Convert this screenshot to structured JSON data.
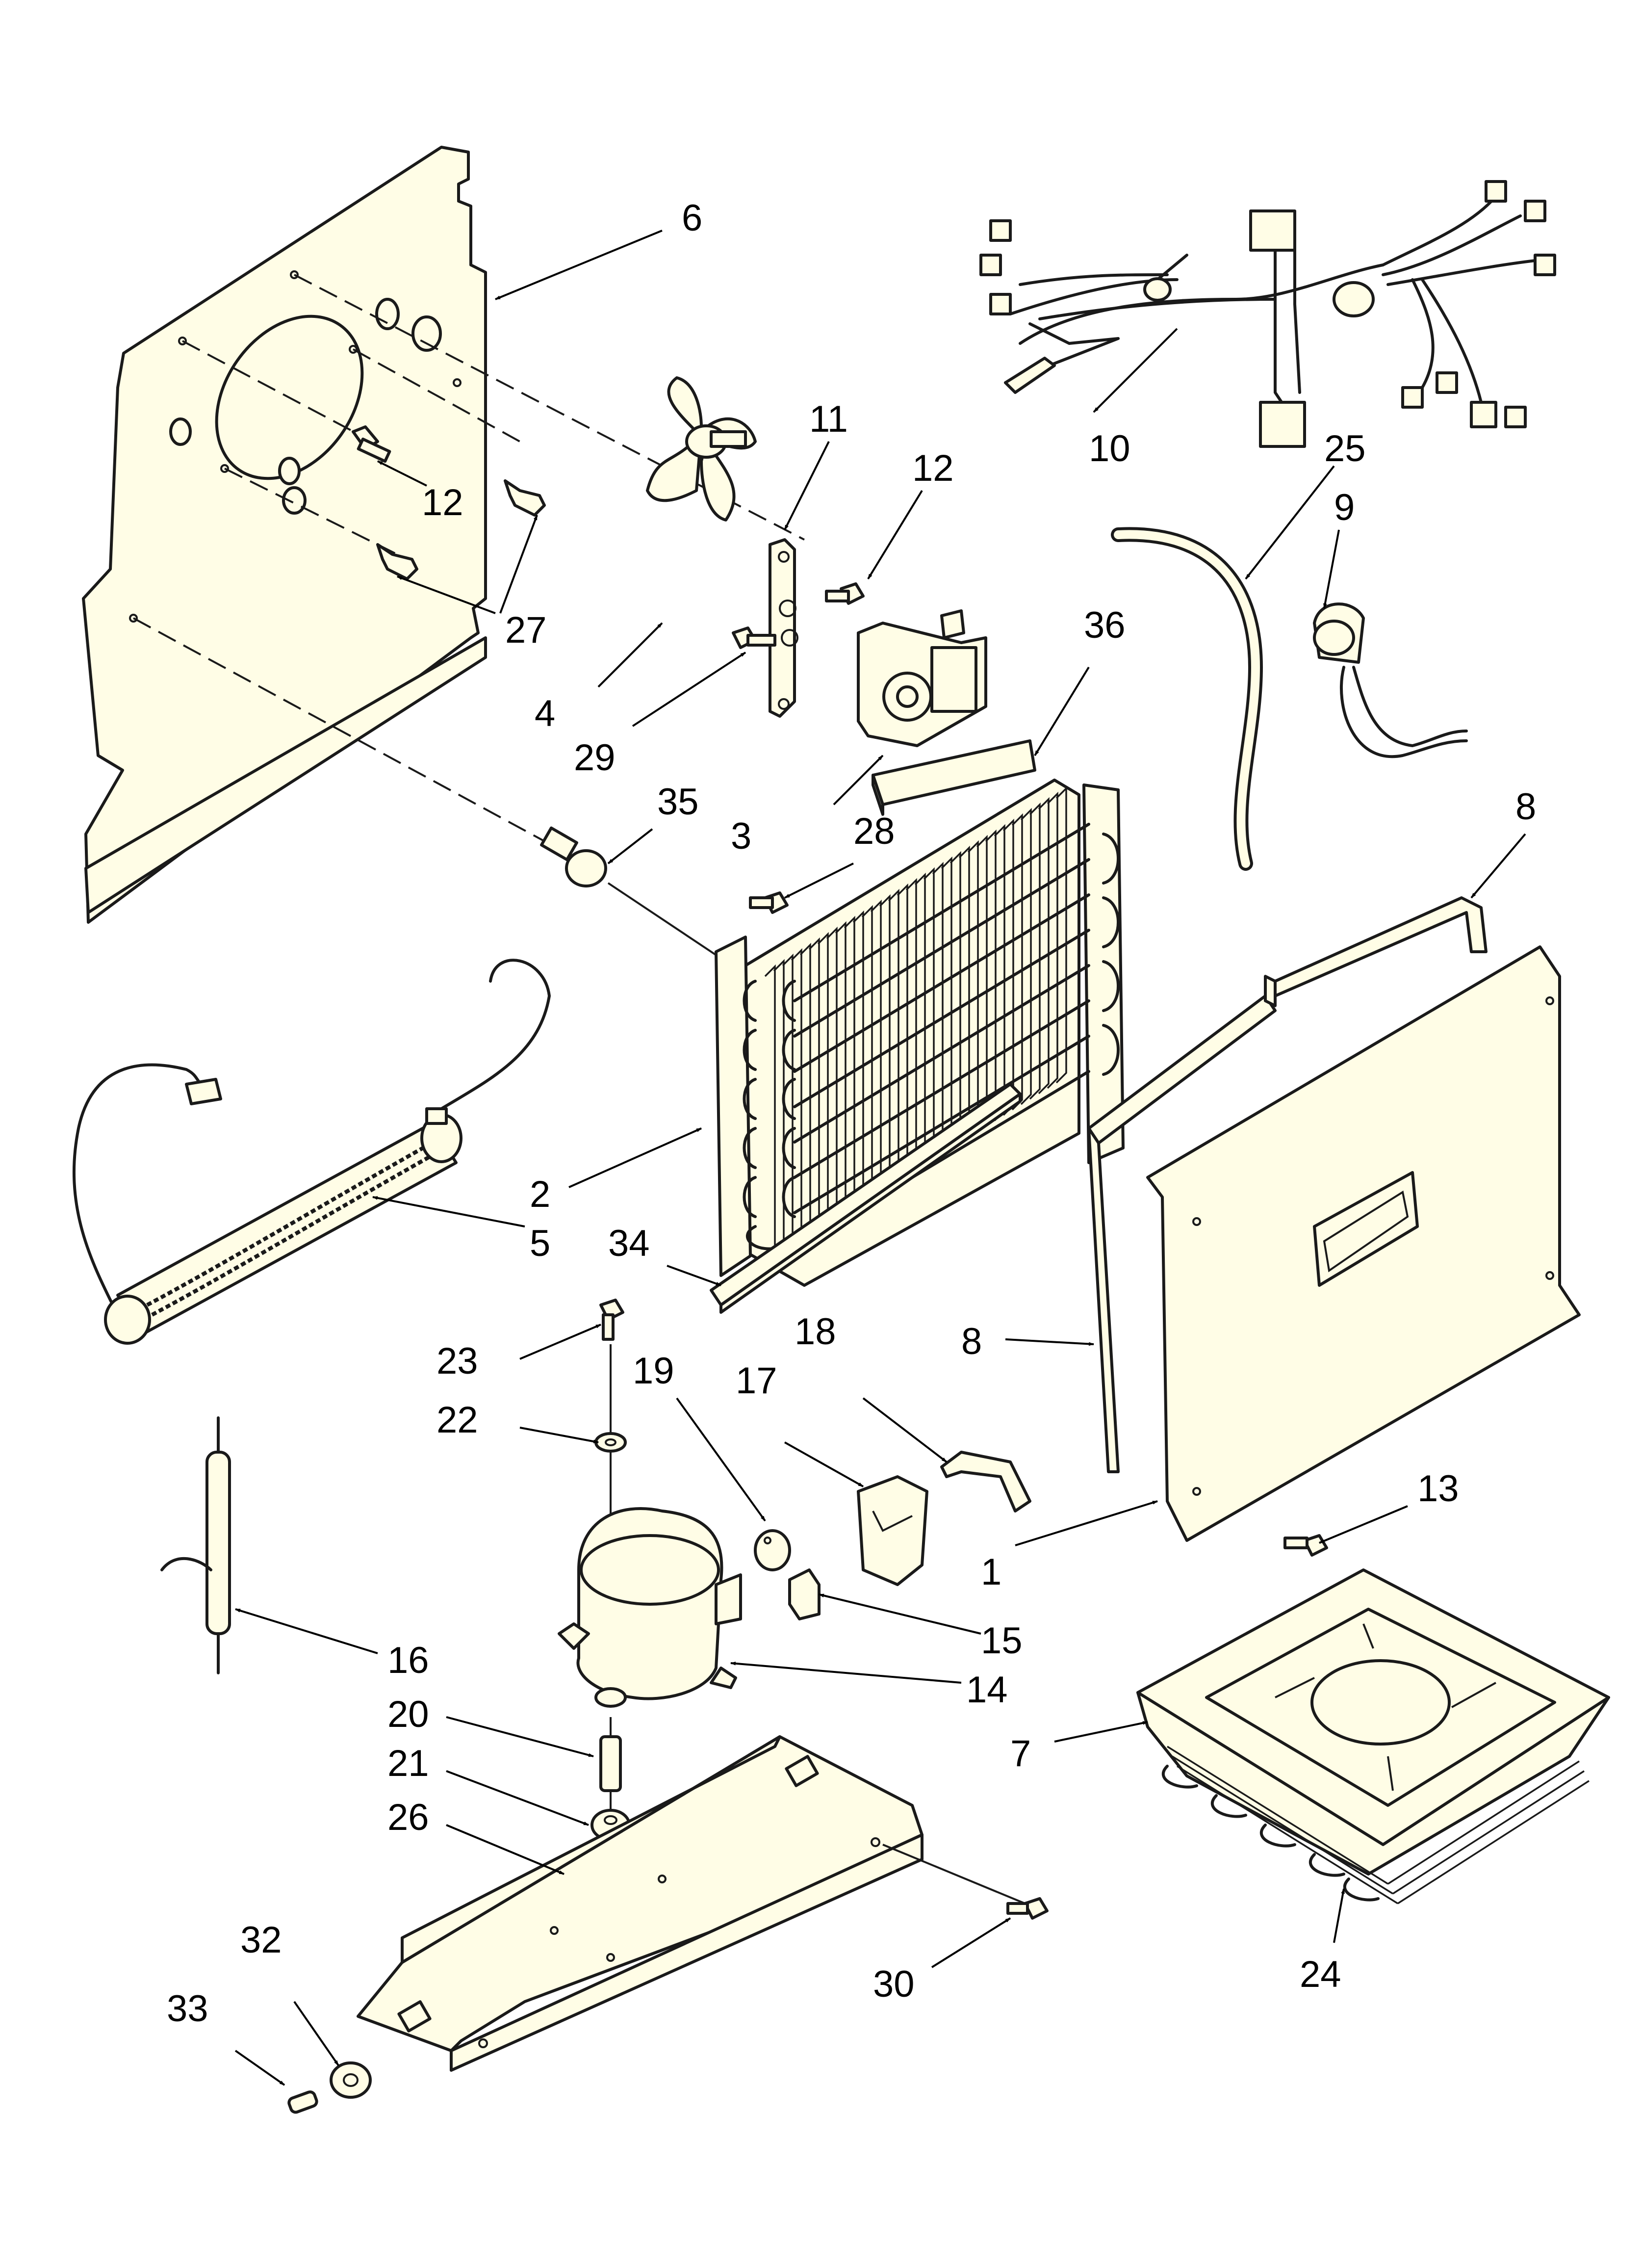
{
  "callouts": [
    {
      "id": "c1",
      "label": "1"
    },
    {
      "id": "c2",
      "label": "2"
    },
    {
      "id": "c3",
      "label": "3"
    },
    {
      "id": "c4",
      "label": "4"
    },
    {
      "id": "c5",
      "label": "5"
    },
    {
      "id": "c6",
      "label": "6"
    },
    {
      "id": "c7",
      "label": "7"
    },
    {
      "id": "c8a",
      "label": "8"
    },
    {
      "id": "c8b",
      "label": "8"
    },
    {
      "id": "c9",
      "label": "9"
    },
    {
      "id": "c10",
      "label": "10"
    },
    {
      "id": "c11",
      "label": "11"
    },
    {
      "id": "c12a",
      "label": "12"
    },
    {
      "id": "c12b",
      "label": "12"
    },
    {
      "id": "c13",
      "label": "13"
    },
    {
      "id": "c14",
      "label": "14"
    },
    {
      "id": "c15",
      "label": "15"
    },
    {
      "id": "c16",
      "label": "16"
    },
    {
      "id": "c17",
      "label": "17"
    },
    {
      "id": "c18",
      "label": "18"
    },
    {
      "id": "c19",
      "label": "19"
    },
    {
      "id": "c20",
      "label": "20"
    },
    {
      "id": "c21",
      "label": "21"
    },
    {
      "id": "c22",
      "label": "22"
    },
    {
      "id": "c23",
      "label": "23"
    },
    {
      "id": "c24",
      "label": "24"
    },
    {
      "id": "c25",
      "label": "25"
    },
    {
      "id": "c26",
      "label": "26"
    },
    {
      "id": "c27",
      "label": "27"
    },
    {
      "id": "c28",
      "label": "28"
    },
    {
      "id": "c29",
      "label": "29"
    },
    {
      "id": "c30",
      "label": "30"
    },
    {
      "id": "c32",
      "label": "32"
    },
    {
      "id": "c33",
      "label": "33"
    },
    {
      "id": "c34",
      "label": "34"
    },
    {
      "id": "c35",
      "label": "35"
    },
    {
      "id": "c36",
      "label": "36"
    }
  ]
}
